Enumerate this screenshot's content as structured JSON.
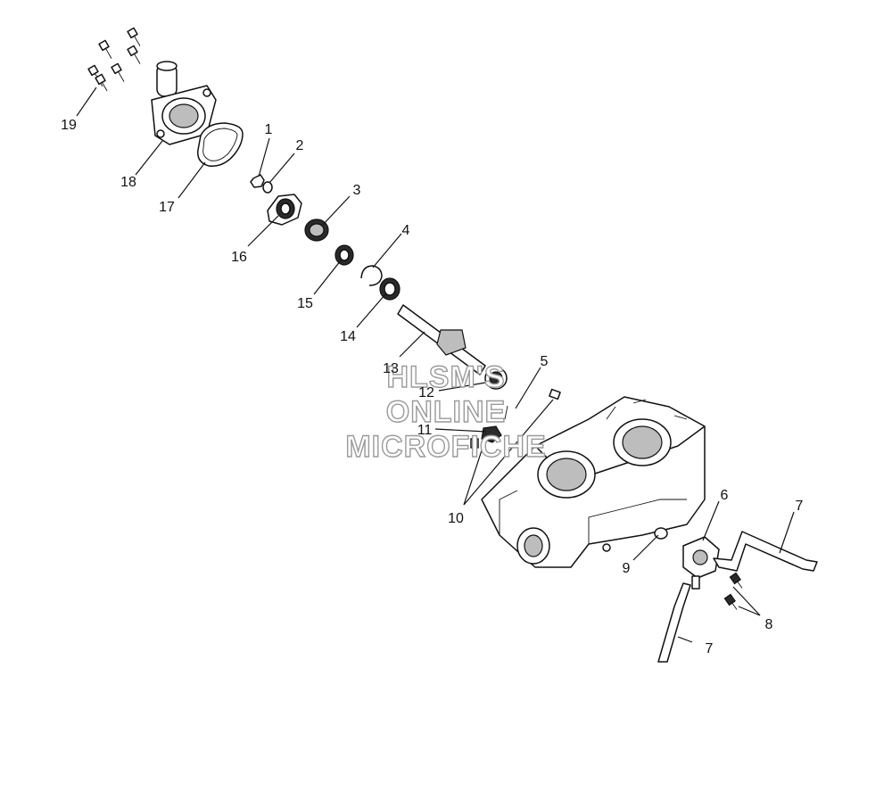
{
  "watermark": {
    "line1": "HLSM'S",
    "line2": "ONLINE",
    "line3": "MICROFICHE",
    "stroke_color": "#9a9a9a"
  },
  "callouts": {
    "c1": "1",
    "c2": "2",
    "c3": "3",
    "c4": "4",
    "c5": "5",
    "c6": "6",
    "c7a": "7",
    "c7b": "7",
    "c8": "8",
    "c9": "9",
    "c10": "10",
    "c11": "11",
    "c12": "12",
    "c13": "13",
    "c14": "14",
    "c15": "15",
    "c16": "16",
    "c17": "17",
    "c18": "18",
    "c19": "19"
  },
  "icons": {
    "bolts": "bolt-icon",
    "housing": "pump-housing-icon",
    "gasket": "gasket-icon",
    "impeller": "impeller-icon",
    "shaft": "pump-shaft-icon",
    "crankcase": "crankcase-icon",
    "oil_pump": "oil-pump-icon",
    "hoses": "hose-icon"
  }
}
